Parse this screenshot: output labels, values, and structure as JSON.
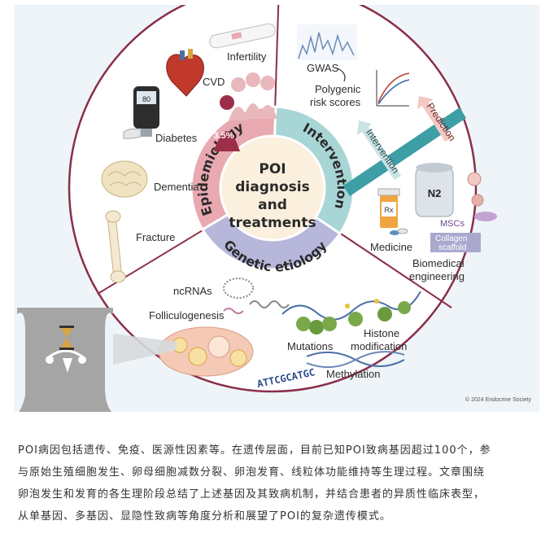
{
  "center": {
    "lines": [
      "POI",
      "diagnosis",
      "and",
      "treatments"
    ]
  },
  "segments": {
    "epidemiology": "Epidemiology",
    "intervention": "Intervention",
    "genetic": "Genetic etiology"
  },
  "epidemiology_items": {
    "infertility": "Infertility",
    "cvd": "CVD",
    "diabetes": "Diabetes",
    "dementia": "Dementia",
    "fracture": "Fracture",
    "prevalence": "3.5%",
    "glucometer": "80"
  },
  "intervention_items": {
    "gwas": "GWAS",
    "prs_line1": "Polygenic",
    "prs_line2": "risk scores",
    "arrow_intervention": "Intervention",
    "arrow_prediction": "Prediction",
    "medicine": "Medicine",
    "rx": "Rx",
    "n2": "N2",
    "mscs": "MSCs",
    "collagen_line1": "Collagen",
    "collagen_line2": "scaffold",
    "bio_line1": "Biomedical",
    "bio_line2": "engineering"
  },
  "genetic_items": {
    "ncrnas": "ncRNAs",
    "folliculogenesis": "Folliculogenesis",
    "mutations": "Mutations",
    "histone_line1": "Histone",
    "histone_line2": "modification",
    "methylation": "Methylation",
    "dna_sequence": "ATTCGCATGC"
  },
  "copyright": "© 2024 Endocrine Society",
  "caption": {
    "lines": [
      "POI病因包括遗传、免疫、医源性因素等。在遗传层面，目前已知POI致病基因超过100个，参",
      "与原始生殖细胞发生、卵母细胞减数分裂、卵泡发育、线粒体功能维持等生理过程。文章围绕",
      "卵泡发生和发育的各生理阶段总结了上述基因及其致病机制，并结合患者的异质性临床表型，",
      "从单基因、多基因、显隐性致病等角度分析和展望了POI的复杂遗传模式。"
    ]
  },
  "colors": {
    "epidemiology_ring": "#e8a9b0",
    "intervention_ring": "#a8d5d6",
    "genetic_ring": "#b7b7dc",
    "center_fill": "#fbf0dd",
    "outer_border": "#8a2e4a",
    "teal_band": "#3d9ea6",
    "background": "#eef4f8"
  }
}
